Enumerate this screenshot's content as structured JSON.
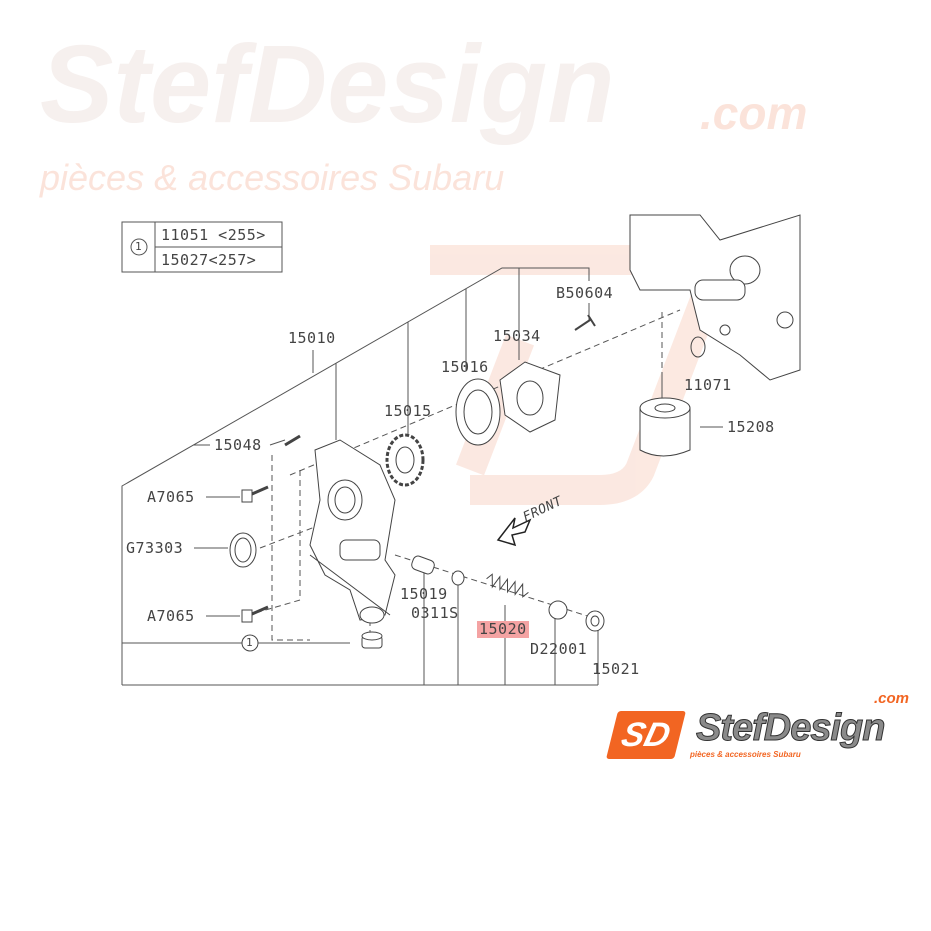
{
  "legend": {
    "symbol": "1",
    "rows": [
      "11051 <255>",
      "15027<257>"
    ]
  },
  "parts": {
    "p15010": "15010",
    "p15034": "15034",
    "p15016": "15016",
    "p15015": "15015",
    "pB50604": "B50604",
    "p11071": "11071",
    "p15208": "15208",
    "p15048": "15048",
    "pA7065_top": "A7065",
    "pG73303": "G73303",
    "p15019": "15019",
    "p0311S": "0311S",
    "pA7065_bottom": "A7065",
    "p15020": "15020",
    "pD22001": "D22001",
    "p15021": "15021",
    "callout_symbol": "1"
  },
  "front_label": "FRONT",
  "highlight_color": "#f4a3a3",
  "watermark": {
    "brand": "StefDesign",
    "domain": ".com",
    "tagline": "pièces & accessoires Subaru"
  },
  "logo": {
    "mark": "SD",
    "brand": "StefDesign",
    "domain": ".com",
    "tagline": "pièces & accessoires Subaru",
    "color": "#f26522"
  }
}
